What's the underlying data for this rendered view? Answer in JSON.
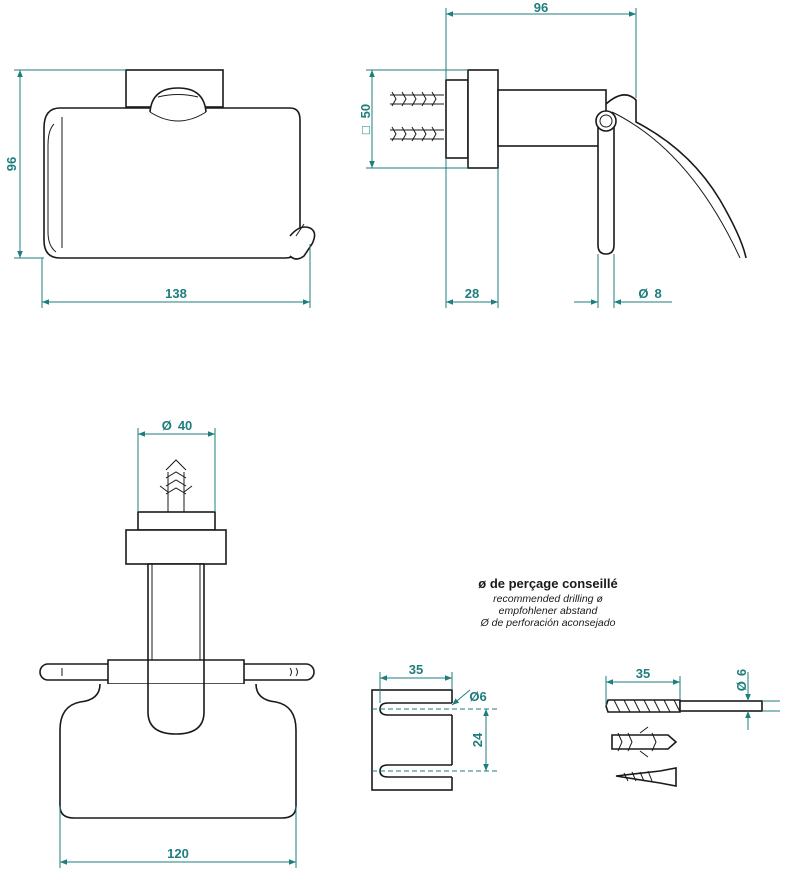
{
  "colors": {
    "dimension": "#1e7e7e",
    "line": "#1a1a1a"
  },
  "dimensions": {
    "front_width": "138",
    "front_height": "96",
    "side_depth": "96",
    "side_square": "50",
    "side_plate": "28",
    "side_rod": "8",
    "bottom_diameter": "40",
    "bottom_width": "120",
    "drill_depth": "35",
    "drill_diameter": "6",
    "drill_spacing": "24",
    "bit_length": "35",
    "bit_diameter": "6"
  },
  "symbols": {
    "diameter": "Ø",
    "square": "□"
  },
  "drilling_note": {
    "fr": "ø de perçage conseillé",
    "en": "recommended drilling ø",
    "de": "empfohlener abstand",
    "es": "Ø de perforación aconsejado"
  }
}
